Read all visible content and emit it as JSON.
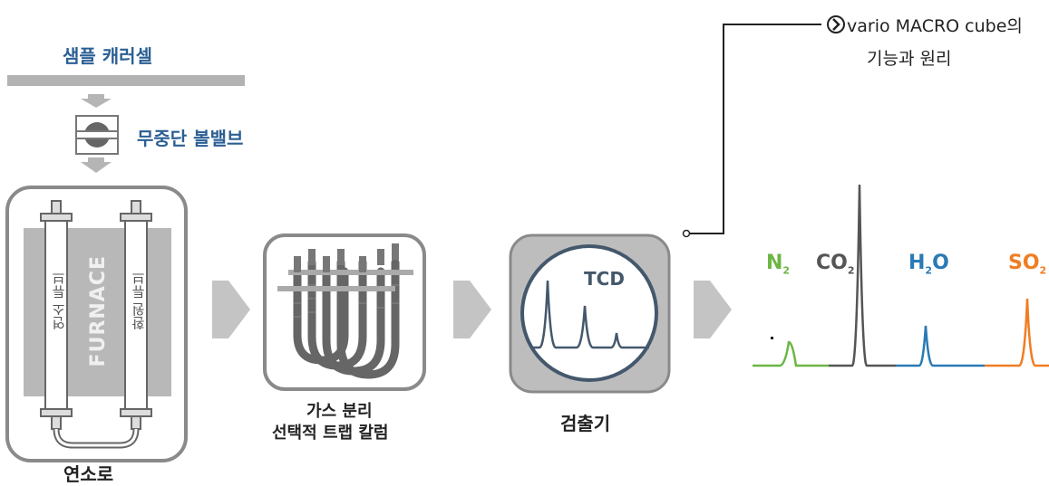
{
  "sample_carousel": "샘플 캐러셀",
  "ball_valve": "무중단 볼밸브",
  "furnace": {
    "label": "FURNACE",
    "tube_combustion": "연소 튜브",
    "tube_reduction": "환원 튜브",
    "caption": "연소로"
  },
  "separation": {
    "caption_line1": "가스 분리",
    "caption_line2": "선택적 트랩 칼럼"
  },
  "detector": {
    "badge": "TCD",
    "caption": "검출기"
  },
  "link": {
    "text_line1": "vario MACRO cube의",
    "text_line2": "기능과 원리"
  },
  "gases": [
    {
      "base": "N",
      "sub": "2",
      "color": "#6cb644"
    },
    {
      "base": "CO",
      "sub": "2",
      "color": "#555555"
    },
    {
      "base": "H",
      "sub": "2",
      "tail": "O",
      "color": "#2a7ab5"
    },
    {
      "base": "SO",
      "sub": "2",
      "color": "#ef7d22"
    }
  ]
}
